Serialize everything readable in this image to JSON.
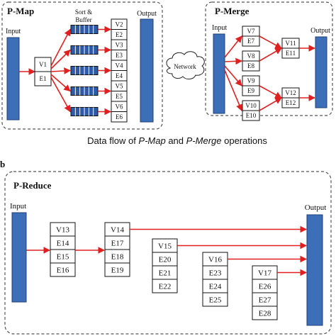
{
  "panel_a": {
    "pmap": {
      "title": "P-Map",
      "input_label": "Input",
      "output_label": "Output",
      "sort_buffer_line1": "Sort &",
      "sort_buffer_line2": "Buffer",
      "source_cells": [
        "V1",
        "E1"
      ],
      "output_cells": [
        "V2",
        "E2",
        "V3",
        "E3",
        "V4",
        "E4",
        "V5",
        "E5",
        "V6",
        "E6"
      ]
    },
    "network_label": "Network",
    "pmerge": {
      "title": "P-Merge",
      "input_label": "Input",
      "output_label": "Output",
      "col1_groups": [
        [
          "V7",
          "E7"
        ],
        [
          "V8",
          "E8"
        ],
        [
          "V9",
          "E9"
        ],
        [
          "V10",
          "E10"
        ]
      ],
      "col2_groups": [
        [
          "V11",
          "E11"
        ],
        [
          "V12",
          "E12"
        ]
      ]
    },
    "caption_prefix": "Data flow of ",
    "caption_pmap": "P-Map",
    "caption_and": " and ",
    "caption_pmerge": "P-Merge",
    "caption_suffix": " operations"
  },
  "panel_b": {
    "label": "b",
    "title": "P-Reduce",
    "input_label": "Input",
    "output_label": "Output",
    "groups": [
      [
        "V13",
        "E14",
        "E15",
        "E16"
      ],
      [
        "V14",
        "E17",
        "E18",
        "E19"
      ],
      [
        "V15",
        "E20",
        "E21",
        "E22"
      ],
      [
        "V16",
        "E23",
        "E24",
        "E25"
      ],
      [
        "V17",
        "E26",
        "E27",
        "E28"
      ]
    ]
  },
  "colors": {
    "bar_fill": "#3d6fb8",
    "bar_stroke": "#1f3f78",
    "arrow": "#e02020",
    "cell_stroke": "#111111",
    "dash_stroke": "#555555"
  }
}
